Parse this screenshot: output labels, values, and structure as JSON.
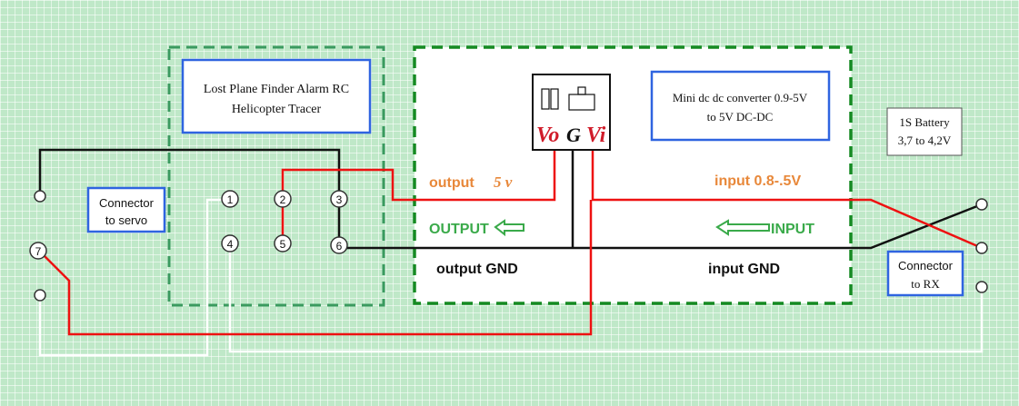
{
  "tracer_box": {
    "line1": "Lost Plane Finder Alarm RC",
    "line2": "Helicopter Tracer"
  },
  "servo_box": {
    "line1": "Connector",
    "line2": "to servo"
  },
  "converter_box": {
    "line1": "Mini dc dc converter 0.9-5V",
    "line2": "to 5V DC-DC"
  },
  "battery_box": {
    "line1": "1S Battery",
    "line2": "3,7 to 4,2V"
  },
  "rx_box": {
    "line1": "Connector",
    "line2": "to RX"
  },
  "regulator": {
    "vo": "Vo",
    "g": "G",
    "vi": "Vi"
  },
  "labels": {
    "output": "output",
    "output_value": "5 v",
    "input": "input 0.8-.5V",
    "output_arrow": "OUTPUT",
    "input_arrow": "INPUT",
    "output_gnd": "output GND",
    "input_gnd": "input GND"
  },
  "pins": {
    "p1": "1",
    "p2": "2",
    "p3": "3",
    "p4": "4",
    "p5": "5",
    "p6": "6",
    "p7": "7"
  },
  "colors": {
    "red_wire": "#ee1111",
    "black_wire": "#111111",
    "white_wire": "#ffffff",
    "dashed_tracer": "#3a9a5f",
    "dashed_converter": "#158a22",
    "label_border": "#2f64e0",
    "orange_text": "#e8883a",
    "green_text": "#3aaa4a",
    "regulator_text": "#d01c2a"
  }
}
